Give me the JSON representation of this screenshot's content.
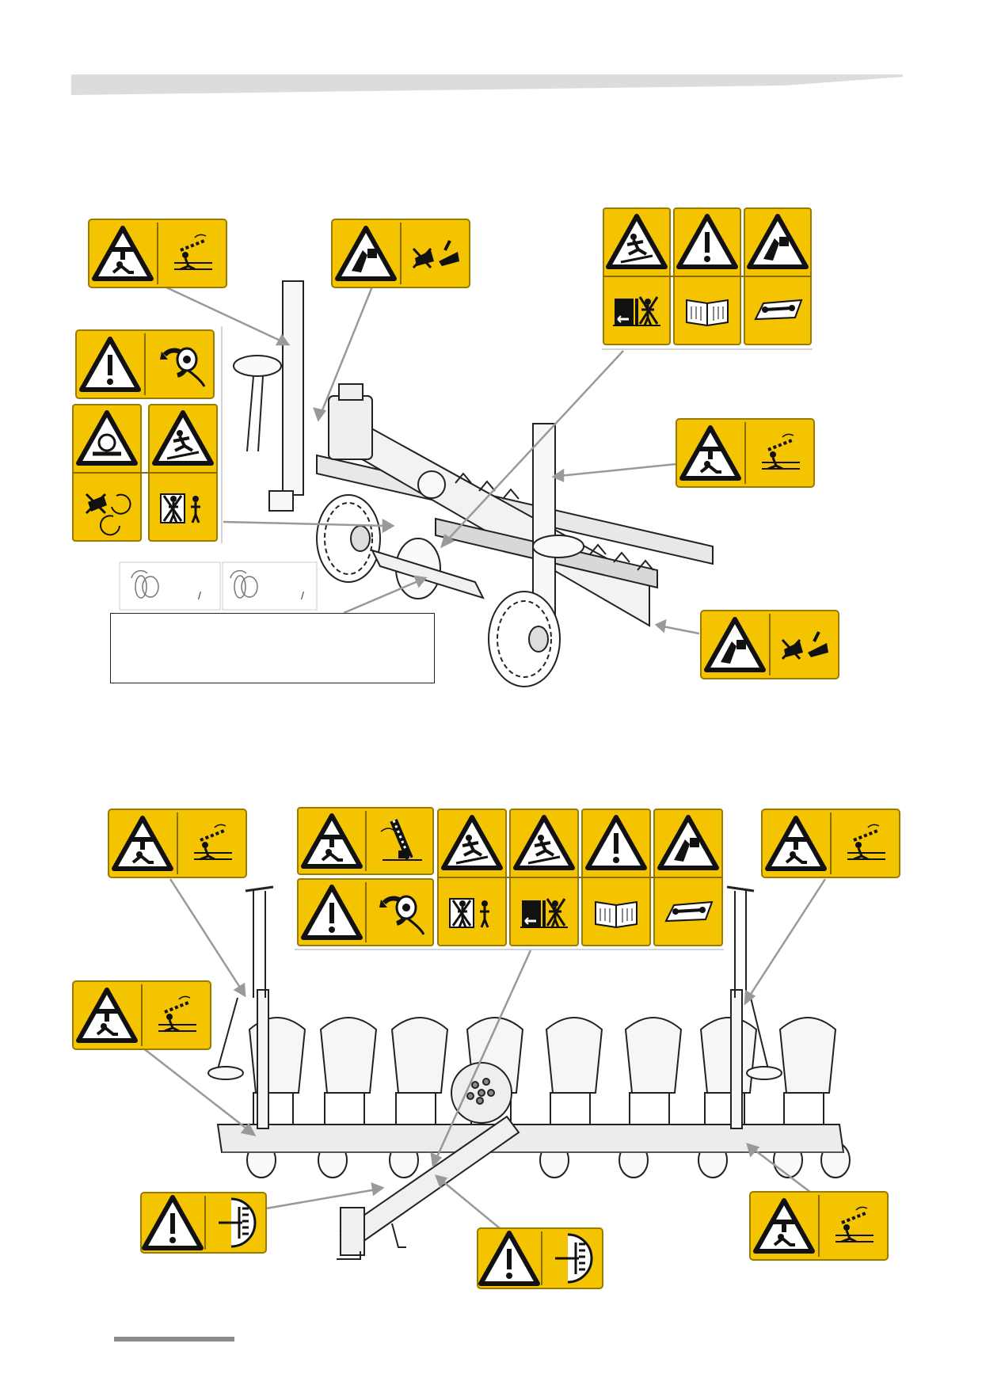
{
  "page": {
    "header_band_color": "#dcdcdc",
    "footer_line_color": "#8c8c8c"
  },
  "decal_colors": {
    "background": "#f5c400",
    "border": "#9a7a00",
    "symbol": "#111111"
  },
  "top_figure": {
    "decal_groups": [
      {
        "name": "decal-top-left",
        "icons": [
          "crush-hazard-triangle-icon",
          "stay-clear-folding-marker-icon"
        ]
      },
      {
        "name": "decal-top-center",
        "icons": [
          "hand-crush-triangle-icon",
          "no-hands-near-moving-parts-icon"
        ]
      },
      {
        "name": "decal-top-right-group",
        "icons": [
          "fall-hazard-triangle-icon",
          "general-warning-triangle-icon",
          "hand-entanglement-triangle-icon",
          "no-standing-between-tractor-icon",
          "read-manual-icon",
          "read-maintenance-manual-icon"
        ]
      },
      {
        "name": "decal-left-column",
        "icons": [
          "general-warning-triangle-icon",
          "tire-pressure-gauge-icon",
          "rotating-parts-triangle-icon",
          "do-not-touch-rotating-icon",
          "fall-hazard-triangle-icon",
          "no-riding-on-machine-icon"
        ]
      },
      {
        "name": "decal-right-middle",
        "icons": [
          "crush-hazard-triangle-icon",
          "stay-clear-folding-marker-icon"
        ]
      },
      {
        "name": "decal-right-bottom",
        "icons": [
          "hand-crush-triangle-icon",
          "no-hands-near-moving-parts-icon"
        ]
      }
    ],
    "speed_decals": [
      {
        "name": "speed-decal-left",
        "text": "/"
      },
      {
        "name": "speed-decal-right",
        "text": "/"
      }
    ]
  },
  "bottom_figure": {
    "decal_groups": [
      {
        "name": "decal-bottom-left-top",
        "icons": [
          "crush-hazard-triangle-icon",
          "stay-clear-folding-marker-icon"
        ]
      },
      {
        "name": "decal-bottom-center-group",
        "icons": [
          "crush-hazard-triangle-icon",
          "lifting-jack-icon",
          "general-warning-triangle-icon",
          "tire-pressure-gauge-icon",
          "no-riding-on-machine-icon",
          "no-standing-between-tractor-icon",
          "read-manual-icon",
          "read-maintenance-manual-icon"
        ]
      },
      {
        "name": "decal-bottom-right-top",
        "icons": [
          "crush-hazard-triangle-icon",
          "stay-clear-folding-marker-icon"
        ]
      },
      {
        "name": "decal-bottom-left-middle",
        "icons": [
          "crush-hazard-triangle-icon",
          "stay-clear-folding-marker-icon"
        ]
      },
      {
        "name": "decal-bottom-left-low",
        "icons": [
          "general-warning-triangle-icon",
          "hitch-pin-icon"
        ]
      },
      {
        "name": "decal-bottom-center-low",
        "icons": [
          "general-warning-triangle-icon",
          "hitch-pin-icon"
        ]
      },
      {
        "name": "decal-bottom-right-low",
        "icons": [
          "crush-hazard-triangle-icon",
          "stay-clear-folding-marker-icon"
        ]
      }
    ]
  }
}
